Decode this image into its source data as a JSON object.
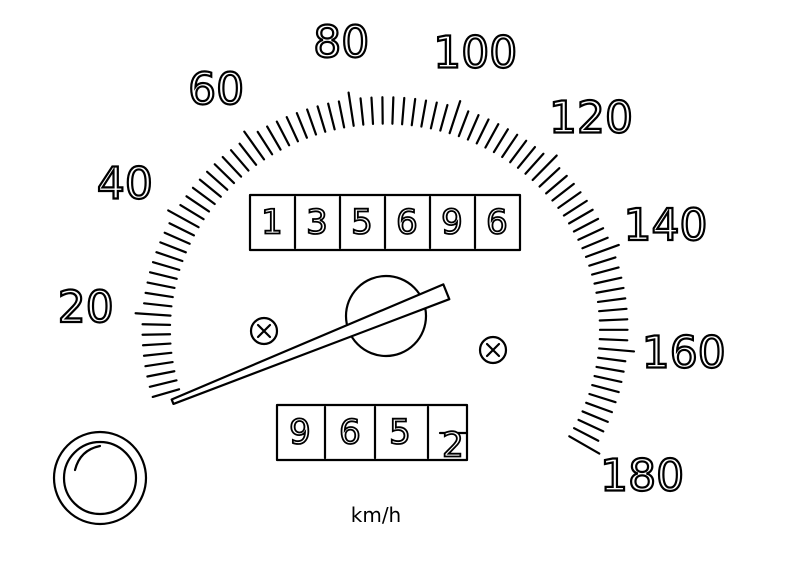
{
  "gauge": {
    "scale_labels": [
      "20",
      "40",
      "60",
      "80",
      "100",
      "120",
      "140",
      "160",
      "180"
    ],
    "needle_value_kmh": 0,
    "unit": "km/h"
  },
  "odometer": {
    "digits": [
      "1",
      "3",
      "5",
      "6",
      "9",
      "6"
    ]
  },
  "trip_meter": {
    "digits": [
      "9",
      "6",
      "5",
      "2"
    ]
  }
}
